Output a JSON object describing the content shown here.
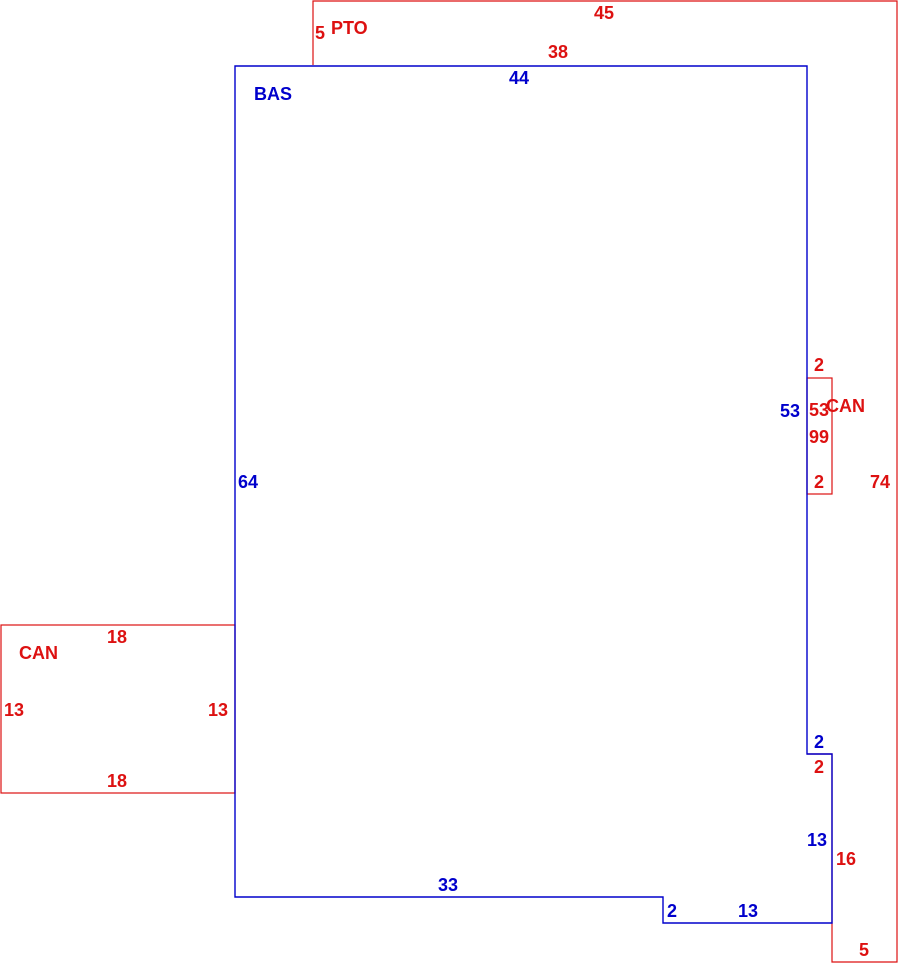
{
  "colors": {
    "living_area": "#0000cc",
    "additions": "#dd1111"
  },
  "areas": {
    "bas": {
      "label": "BAS",
      "dims": {
        "top": "44",
        "left": "64",
        "right_upper": "53",
        "step_right": "2",
        "right_lower": "13",
        "bottom_small": "13",
        "step_down": "2",
        "bottom": "33"
      }
    },
    "pto": {
      "label": "PTO",
      "dims": {
        "top": "45",
        "left": "5",
        "inner_top": "38",
        "right": "74",
        "bottom": "5",
        "inner_lower": "16",
        "inner_step": "2"
      }
    },
    "can_left": {
      "label": "CAN",
      "dims": {
        "top": "18",
        "bottom": "18",
        "left": "13",
        "right": "13"
      }
    },
    "can_right": {
      "label": "CAN",
      "dims": {
        "top": "2",
        "bottom": "2",
        "left": "53",
        "right": "99"
      }
    }
  }
}
